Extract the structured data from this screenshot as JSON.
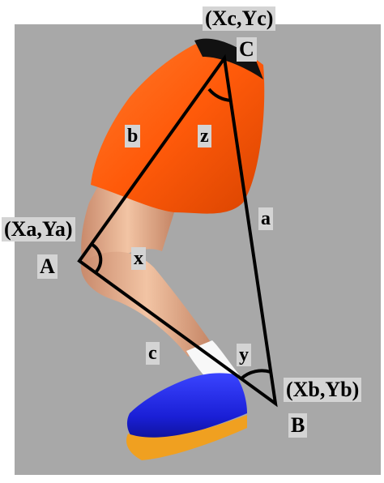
{
  "points": {
    "A": {
      "label": "A",
      "coord": "(Xa,Ya)"
    },
    "B": {
      "label": "B",
      "coord": "(Xb,Yb)"
    },
    "C": {
      "label": "C",
      "coord": "(Xc,Yc)"
    }
  },
  "sides": {
    "a": "a",
    "b": "b",
    "c": "c"
  },
  "angles": {
    "x": "x",
    "y": "y",
    "z": "z"
  },
  "colors": {
    "background": "#a8a8a8",
    "shorts": "#ff5a0a",
    "skin": "#e5b08e",
    "sock": "#ffffff",
    "shoe": "#1a1fd6",
    "sole": "#f0a020",
    "triangle": "#000000",
    "label_bg": "#d4d4d4"
  }
}
